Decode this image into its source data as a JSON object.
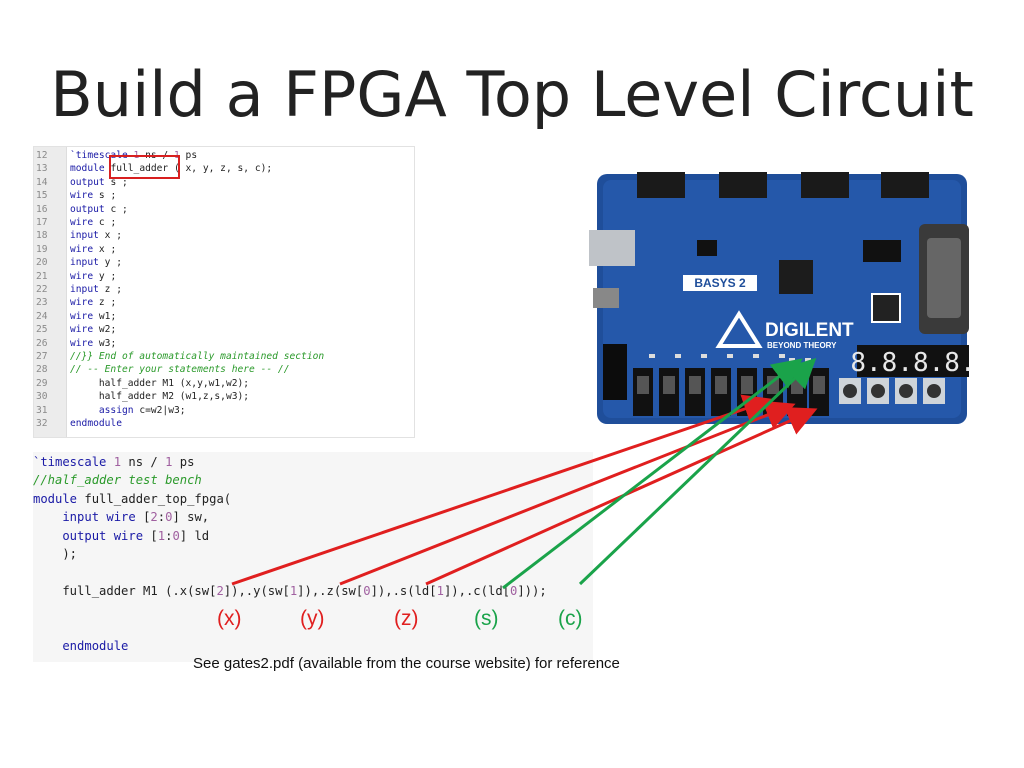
{
  "title": "Build a FPGA Top Level Circuit",
  "code_top": {
    "lines": [
      {
        "n": "12",
        "parts": [
          [
            "kw",
            "`timescale "
          ],
          [
            "num",
            "1"
          ],
          [
            "id",
            " ns / "
          ],
          [
            "num",
            "1"
          ],
          [
            "id",
            " ps"
          ]
        ]
      },
      {
        "n": "13",
        "parts": [
          [
            "kw",
            "module "
          ],
          [
            "id",
            "full_adder"
          ],
          [
            "id",
            " ( x, y, z, s, c);"
          ]
        ]
      },
      {
        "n": "14",
        "parts": [
          [
            "kw",
            "output "
          ],
          [
            "id",
            "s ;"
          ]
        ]
      },
      {
        "n": "15",
        "parts": [
          [
            "kw",
            "wire "
          ],
          [
            "id",
            "s ;"
          ]
        ]
      },
      {
        "n": "16",
        "parts": [
          [
            "kw",
            "output "
          ],
          [
            "id",
            "c ;"
          ]
        ]
      },
      {
        "n": "17",
        "parts": [
          [
            "kw",
            "wire "
          ],
          [
            "id",
            "c ;"
          ]
        ]
      },
      {
        "n": "18",
        "parts": [
          [
            "kw",
            "input "
          ],
          [
            "id",
            "x ;"
          ]
        ]
      },
      {
        "n": "19",
        "parts": [
          [
            "kw",
            "wire "
          ],
          [
            "id",
            "x ;"
          ]
        ]
      },
      {
        "n": "20",
        "parts": [
          [
            "kw",
            "input "
          ],
          [
            "id",
            "y ;"
          ]
        ]
      },
      {
        "n": "21",
        "parts": [
          [
            "kw",
            "wire "
          ],
          [
            "id",
            "y ;"
          ]
        ]
      },
      {
        "n": "22",
        "parts": [
          [
            "kw",
            "input "
          ],
          [
            "id",
            "z ;"
          ]
        ]
      },
      {
        "n": "23",
        "parts": [
          [
            "kw",
            "wire "
          ],
          [
            "id",
            "z ;"
          ]
        ]
      },
      {
        "n": "24",
        "parts": [
          [
            "kw",
            "wire "
          ],
          [
            "id",
            "w1;"
          ]
        ]
      },
      {
        "n": "25",
        "parts": [
          [
            "kw",
            "wire "
          ],
          [
            "id",
            "w2;"
          ]
        ]
      },
      {
        "n": "26",
        "parts": [
          [
            "kw",
            "wire "
          ],
          [
            "id",
            "w3;"
          ]
        ]
      },
      {
        "n": "27",
        "parts": [
          [
            "cm",
            "//}} End of automatically maintained section"
          ]
        ]
      },
      {
        "n": "28",
        "parts": [
          [
            "cm",
            "// -- Enter your statements here -- //"
          ]
        ]
      },
      {
        "n": "29",
        "parts": [
          [
            "id",
            "     half_adder M1 (x,y,w1,w2);"
          ]
        ]
      },
      {
        "n": "30",
        "parts": [
          [
            "id",
            "     half_adder M2 (w1,z,s,w3);"
          ]
        ]
      },
      {
        "n": "31",
        "parts": [
          [
            "kw",
            "     assign "
          ],
          [
            "id",
            "c=w2|w3;"
          ]
        ]
      },
      {
        "n": "32",
        "parts": [
          [
            "kw",
            "endmodule"
          ]
        ]
      }
    ]
  },
  "code_bottom": {
    "lines": [
      [
        [
          "kw",
          "`timescale "
        ],
        [
          "num",
          "1"
        ],
        [
          "id",
          " ns / "
        ],
        [
          "num",
          "1"
        ],
        [
          "id",
          " ps"
        ]
      ],
      [
        [
          "cm",
          "//half_adder test bench"
        ]
      ],
      [
        [
          "kw",
          "module "
        ],
        [
          "id",
          "full_adder_top_fpga("
        ]
      ],
      [
        [
          "kw",
          "    input wire "
        ],
        [
          "id",
          "["
        ],
        [
          "num",
          "2"
        ],
        [
          "id",
          ":"
        ],
        [
          "num",
          "0"
        ],
        [
          "id",
          "] sw,"
        ]
      ],
      [
        [
          "kw",
          "    output wire "
        ],
        [
          "id",
          "["
        ],
        [
          "num",
          "1"
        ],
        [
          "id",
          ":"
        ],
        [
          "num",
          "0"
        ],
        [
          "id",
          "] ld"
        ]
      ],
      [
        [
          "id",
          "    );"
        ]
      ],
      [
        [
          "id",
          ""
        ]
      ],
      [
        [
          "id",
          "    full_adder M1 (.x(sw["
        ],
        [
          "num",
          "2"
        ],
        [
          "id",
          "]),.y(sw["
        ],
        [
          "num",
          "1"
        ],
        [
          "id",
          "]),.z(sw["
        ],
        [
          "num",
          "0"
        ],
        [
          "id",
          "]),.s(ld["
        ],
        [
          "num",
          "1"
        ],
        [
          "id",
          "]),.c(ld["
        ],
        [
          "num",
          "0"
        ],
        [
          "id",
          "]));"
        ]
      ],
      [
        [
          "id",
          ""
        ]
      ],
      [
        [
          "id",
          ""
        ]
      ],
      [
        [
          "kw",
          "    endmodule"
        ]
      ]
    ]
  },
  "labels": {
    "x": "(x)",
    "y": "(y)",
    "z": "(z)",
    "s": "(s)",
    "c": "(c)"
  },
  "board": {
    "brand": "BASYS 2",
    "maker": "DIGILENT",
    "tagline": "BEYOND THEORY",
    "display": "8.8.8.8."
  },
  "reference_note": "See gates2.pdf (available from the course website) for reference",
  "colors": {
    "red_arrow": "#e01f1f",
    "green_arrow": "#1aa34a",
    "board_blue": "#1f4e9a"
  }
}
